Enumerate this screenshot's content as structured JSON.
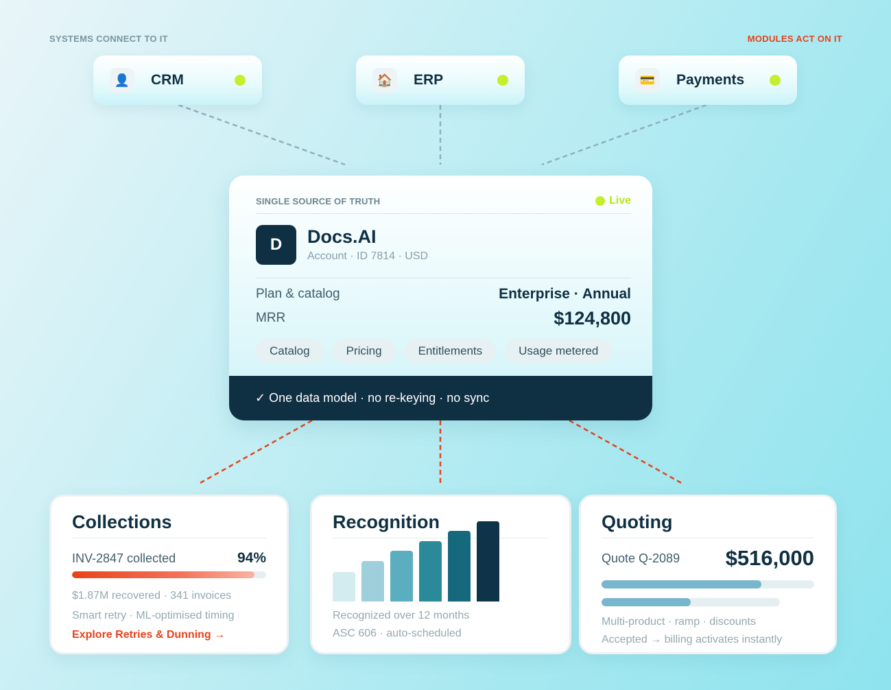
{
  "labels": {
    "left": "SYSTEMS CONNECT TO IT",
    "right": "MODULES ACT ON IT"
  },
  "systems": [
    {
      "name": "CRM",
      "icon": "person-icon",
      "glyph": "👤",
      "status_color": "#c5ef2c"
    },
    {
      "name": "ERP",
      "icon": "house-icon",
      "glyph": "🏠",
      "status_color": "#c5ef2c"
    },
    {
      "name": "Payments",
      "icon": "credit-card-icon",
      "glyph": "💳",
      "status_color": "#c5ef2c"
    }
  ],
  "main": {
    "eyebrow": "SINGLE SOURCE OF TRUTH",
    "status": "Live",
    "avatar_letter": "D",
    "account_name": "Docs.AI",
    "account_meta": "Account · ID 7814 · USD",
    "plan_label": "Plan & catalog",
    "plan_value": "Enterprise · Annual",
    "mrr_label": "MRR",
    "mrr_value": "$124,800",
    "chips": [
      "Catalog",
      "Pricing",
      "Entitlements",
      "Usage metered"
    ],
    "footer": "✓ One data model · no re-keying · no sync"
  },
  "collections": {
    "title": "Collections",
    "invoice_label": "INV-2847 collected",
    "percent_text": "94%",
    "progress": 0.94,
    "line1": "$1.87M recovered · 341 invoices",
    "line2": "Smart retry · ML-optimised timing",
    "cta": "Explore Retries & Dunning →"
  },
  "recognition": {
    "title": "Recognition",
    "bars": [
      {
        "value": 0.37,
        "color": "#d3ecf0"
      },
      {
        "value": 0.5,
        "color": "#9ecfdb"
      },
      {
        "value": 0.63,
        "color": "#5aaebf"
      },
      {
        "value": 0.75,
        "color": "#2a8a99"
      },
      {
        "value": 0.88,
        "color": "#16697d"
      },
      {
        "value": 1.0,
        "color": "#0f3349"
      }
    ],
    "line1": "Recognized over 12 months",
    "line2": "ASC 606 · auto-scheduled"
  },
  "quoting": {
    "title": "Quoting",
    "quote_label": "Quote Q-2089",
    "quote_value": "$516,000",
    "progress_1": 0.75,
    "progress_2": 0.5,
    "line1": "Multi-product · ramp · discounts",
    "line2": "Accepted → billing activates instantly"
  },
  "colors": {
    "accent_red": "#e8421a",
    "navy": "#0f2f42",
    "live_green": "#c5ef2c",
    "bar_blue": "#78b6cc"
  }
}
